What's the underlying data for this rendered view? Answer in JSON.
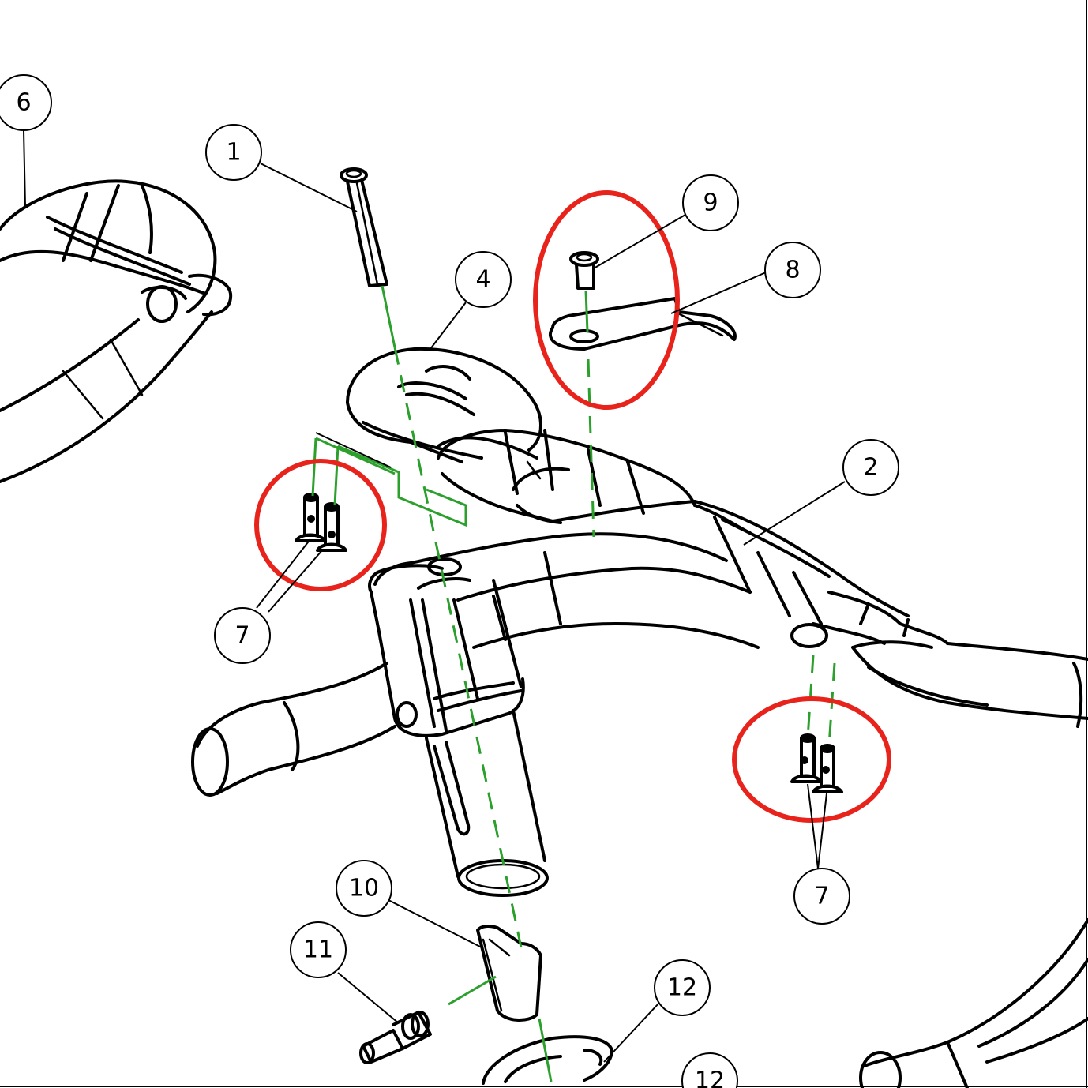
{
  "colors": {
    "line": "#000000",
    "guide": "#2ca02c",
    "highlight": "#e8231c",
    "background": "#ffffff"
  },
  "callouts": [
    {
      "id": "callout-6",
      "label": "6"
    },
    {
      "id": "callout-1",
      "label": "1"
    },
    {
      "id": "callout-9",
      "label": "9"
    },
    {
      "id": "callout-8",
      "label": "8"
    },
    {
      "id": "callout-4",
      "label": "4"
    },
    {
      "id": "callout-2",
      "label": "2"
    },
    {
      "id": "callout-7-left",
      "label": "7"
    },
    {
      "id": "callout-7-right",
      "label": "7"
    },
    {
      "id": "callout-10",
      "label": "10"
    },
    {
      "id": "callout-11",
      "label": "11"
    },
    {
      "id": "callout-12",
      "label": "12"
    },
    {
      "id": "callout-12-partial",
      "label": "12"
    }
  ]
}
